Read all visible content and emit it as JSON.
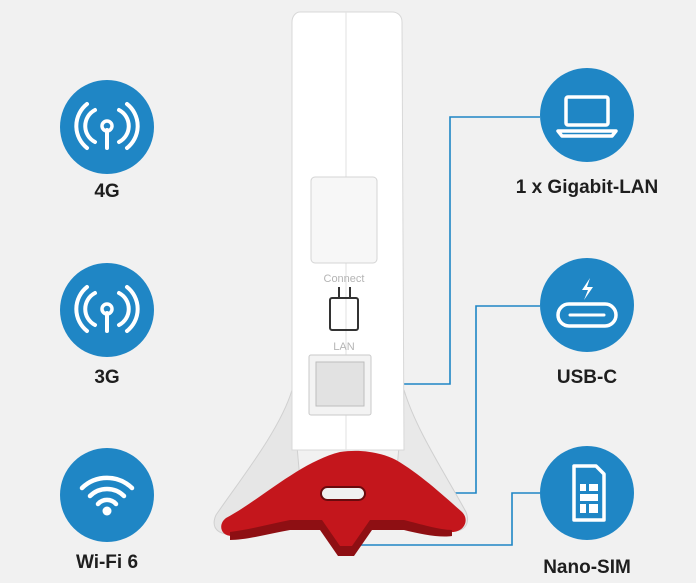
{
  "features_left": [
    {
      "label": "4G",
      "icon": "antenna-signal-icon"
    },
    {
      "label": "3G",
      "icon": "antenna-signal-icon"
    },
    {
      "label": "Wi-Fi 6",
      "icon": "wifi-icon"
    }
  ],
  "features_right": [
    {
      "label": "1 x Gigabit-LAN",
      "icon": "laptop-icon"
    },
    {
      "label": "USB-C",
      "icon": "usb-c-icon"
    },
    {
      "label": "Nano-SIM",
      "icon": "sim-card-icon"
    }
  ],
  "device": {
    "connect_label": "Connect",
    "lan_label": "LAN"
  },
  "colors": {
    "accent_blue": "#1f86c5",
    "base_red": "#c4161c",
    "background": "#f1f1f1"
  }
}
